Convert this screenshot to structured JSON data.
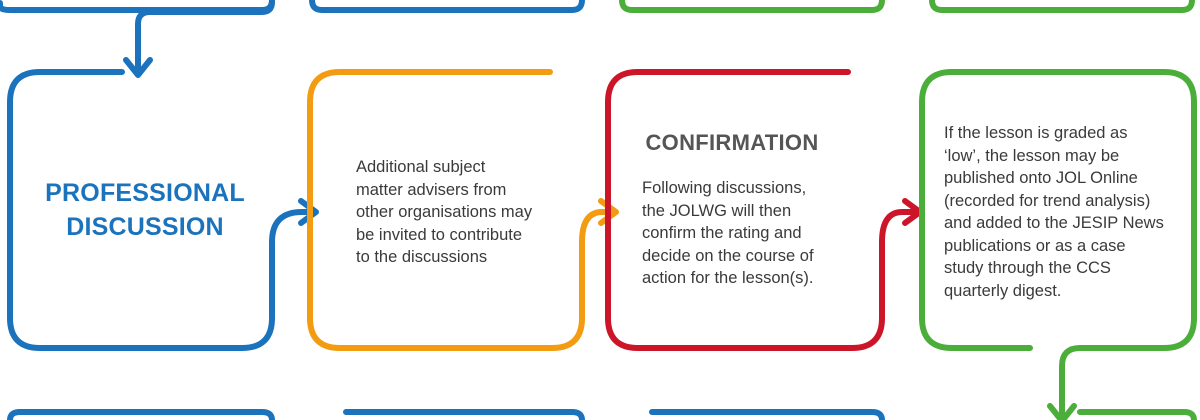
{
  "colors": {
    "blue": "#1c73bd",
    "orange": "#f39c12",
    "red": "#cc1528",
    "green": "#4cae3a",
    "text": "#3a3a3a",
    "heading_gray": "#555555"
  },
  "steps": {
    "professional_discussion": {
      "title": "PROFESSIONAL DISCUSSION"
    },
    "advisers": {
      "text": "Additional subject\nmatter advisers from\nother organisations may\nbe invited to contribute\nto the discussions"
    },
    "confirmation": {
      "title": "CONFIRMATION",
      "text": "Following discussions,\nthe JOLWG will then\nconfirm the rating and\ndecide on the course of\naction for the lesson(s)."
    },
    "publication": {
      "text": "If the lesson is graded as\n‘low’, the lesson may be\npublished onto JOL Online\n(recorded for trend analysis)\nand added to the JESIP News\npublications or as a case\nstudy through the CCS\nquarterly digest."
    }
  }
}
